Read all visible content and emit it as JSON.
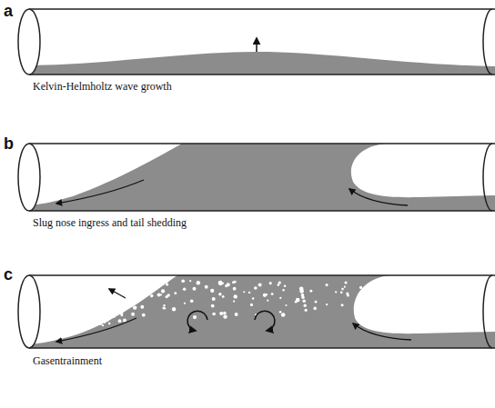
{
  "diagram": {
    "labels": [
      "a",
      "Kelvin-Helmholtz wave growth",
      "b",
      "Slug nose ingress and tail shedding",
      "c",
      "Gasentrainment"
    ]
  }
}
